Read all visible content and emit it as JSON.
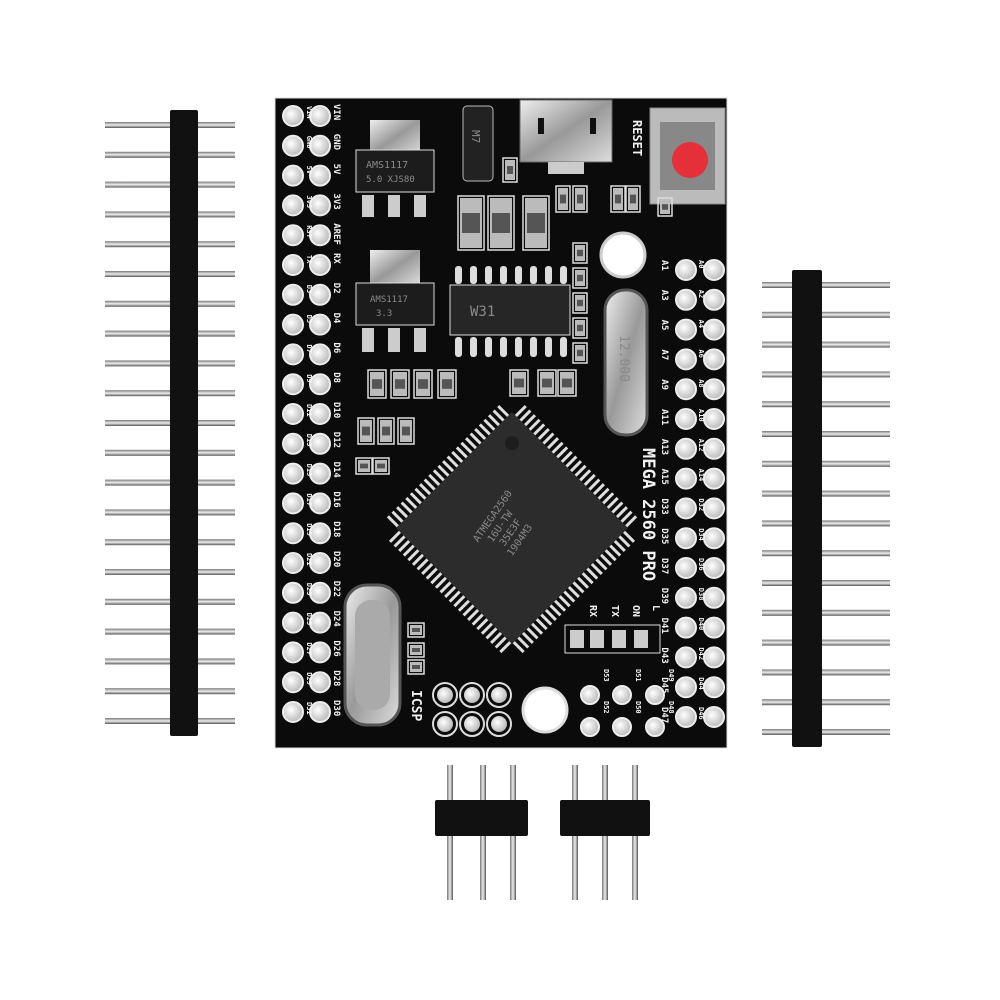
{
  "board": {
    "name": "MEGA 2560 PRO",
    "reset_label": "RESET",
    "icsp_label": "ICSP",
    "led_labels": [
      "RX",
      "TX",
      "ON",
      "L"
    ],
    "mcu_marking": [
      "ATMEGA2560",
      "16U-TW",
      "35E3F",
      "1904M3"
    ],
    "regulator_marking": [
      "AMS1117",
      "5.0 XJS80"
    ],
    "regulator2_marking": [
      "AMS1117",
      "3.3"
    ],
    "usb_chip_marking": "W31",
    "crystal_marking": "12.000",
    "diode_marking": "M7",
    "left_inner_labels": [
      "VIN",
      "GND",
      "5V",
      "3V3",
      "AREF",
      "RX",
      "D2",
      "D4",
      "D6",
      "D8",
      "D10",
      "D12",
      "D14",
      "D16",
      "D18",
      "D20",
      "D22",
      "D24",
      "D26",
      "D28",
      "D30"
    ],
    "left_outer_labels": [
      "VIN",
      "GND",
      "5V",
      "3V3",
      "RST",
      "TX",
      "D3",
      "D5",
      "D7",
      "D9",
      "D11",
      "D13",
      "D15",
      "D17",
      "D19",
      "D21",
      "D23",
      "D25",
      "D27",
      "D29",
      "D31"
    ],
    "right_inner_labels": [
      "A1",
      "A3",
      "A5",
      "A7",
      "A9",
      "A11",
      "A13",
      "A15",
      "D33",
      "D35",
      "D37",
      "D39",
      "D41",
      "D43",
      "D45",
      "D47"
    ],
    "right_outer_labels": [
      "A0",
      "A2",
      "A4",
      "A6",
      "A8",
      "A10",
      "A12",
      "A14",
      "D32",
      "D34",
      "D36",
      "D38",
      "D40",
      "D42",
      "D44",
      "D46"
    ],
    "bottom_labels": [
      "D53",
      "D51",
      "D49",
      "D52",
      "D50",
      "D48"
    ]
  },
  "colors": {
    "pcb": "#0b0b0b",
    "reset_button": "#e5303a",
    "silk": "#f2f2f2"
  }
}
